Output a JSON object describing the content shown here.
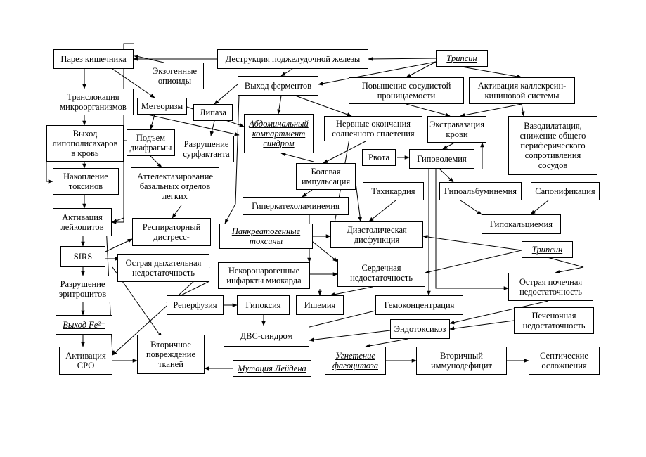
{
  "nodes": {
    "n1": "Парез кишечника",
    "n2": "Деструкция поджелудочной железы",
    "n3": "Трипсин",
    "n4": "Экзогенные\nопиоиды",
    "n5": "Выход ферментов",
    "n6": "Повышение сосудистой\nпроницаемости",
    "n7": "Активация каллекреин-\nкининовой системы",
    "n8": "Транслокация\nмикроорганизмов",
    "n9": "Метеоризм",
    "n10": "Липаза",
    "n11": "Абдоминальный\nкомпартмент\nсиндром",
    "n12": "Нервные окончания\nсолнечного сплетения",
    "n13": "Экстравазация\nкрови",
    "n14": "Вазодилатация,\nснижение общего\nпериферического\nсопротивления\nсосудов",
    "n15": "Выход\nлипополисахаров\nв кровь",
    "n16": "Подъем\nдиафрагмы",
    "n17": "Разрушение\nсурфактанта",
    "n18": "Рвота",
    "n19": "Гиповолемия",
    "n20": "Накопление\nтоксинов",
    "n21": "Аттелектазирование\nбазальных отделов\nлегких",
    "n22": "Болевая\nимпульсация",
    "n23": "Тахикардия",
    "n24": "Гипоальбуминемия",
    "n25": "Сапонификация",
    "n26": "Гиперкатехоламинемия",
    "n27": "Активация\nлейкоцитов",
    "n28": "Респираторный\nдистресс-",
    "n29": "Панкреатогенные\nтоксины",
    "n30": "Диастолическая\nдисфункция",
    "n31": "Гипокальциемия",
    "n32": "SIRS",
    "n33": "Трипсин",
    "n34": "Острая дыхательная\nнедостаточность",
    "n35": "Некоронарогенные\nинфаркты миокарда",
    "n36": "Сердечная\nнедостаточность",
    "n37": "Разрушение\nэритроцитов",
    "n38": "Острая почечная\nнедостаточность",
    "n39": "Реперфузия",
    "n40": "Гипоксия",
    "n41": "Ишемия",
    "n42": "Гемоконцентрация",
    "n43": "Печеночная\nнедостаточность",
    "n44": "Выход Fe²⁺",
    "n45": "ДВС-синдром",
    "n46": "Эндотоксикоз",
    "n47": "Активация\nСРО",
    "n48": "Вторичное\nповреждение\nтканей",
    "n49": "Мутация Лейдена",
    "n50": "Угнетение\nфагоцитоза",
    "n51": "Вторичный\nиммунодефицит",
    "n52": "Септические\nосложнения"
  }
}
